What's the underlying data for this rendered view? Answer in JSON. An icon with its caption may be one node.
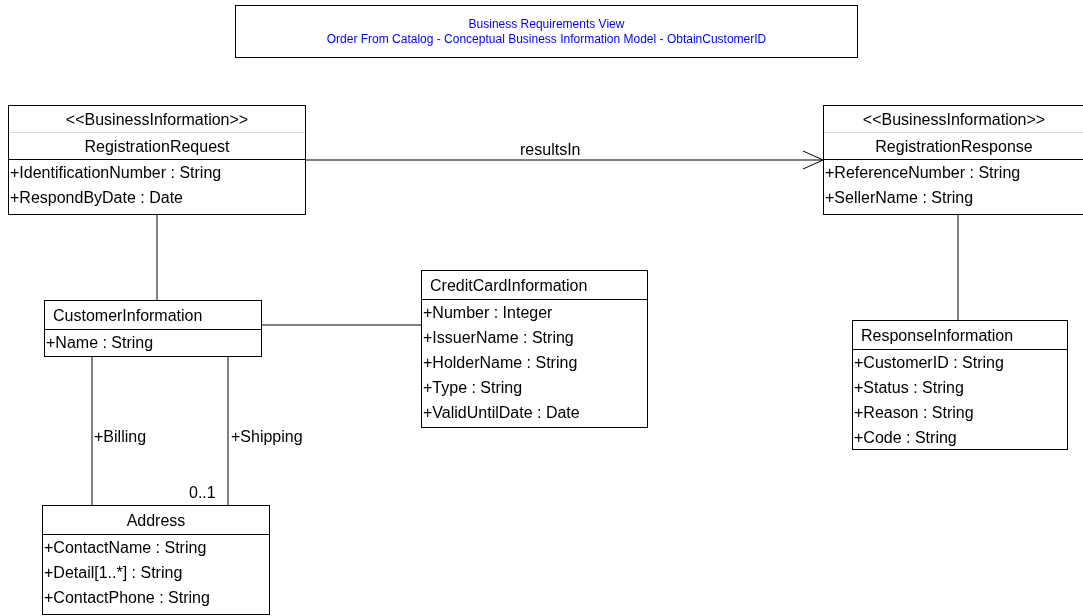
{
  "diagram": {
    "nodes": [
      {
        "text": [
          "Business Requirements View",
          "Order From Catalog - Conceptual Business Information Model - ObtainCustomerID"
        ]
      },
      {
        "text": [
          "<<BusinessInformation>>",
          "RegistrationRequest",
          "+IdentificationNumber : String",
          "+RespondByDate : Date"
        ]
      },
      {
        "text": [
          "<<BusinessInformation>>",
          "RegistrationResponse",
          "+ReferenceNumber : String",
          "+SellerName : String"
        ]
      },
      {
        "text": [
          "CustomerInformation",
          "+Name : String"
        ]
      },
      {
        "text": [
          "CreditCardInformation",
          "+Number : Integer",
          "+IssuerName : String",
          "+HolderName : String",
          "+Type : String",
          "+ValidUntilDate : Date"
        ]
      },
      {
        "text": [
          "ResponseInformation",
          "+CustomerID : String",
          "+Status : String",
          "+Reason : String",
          "+Code : String"
        ]
      },
      {
        "text": [
          "Address",
          "+ContactName : String",
          "+Detail[1..*] : String",
          "+ContactPhone : String"
        ]
      }
    ],
    "edges": [
      {
        "from": 1,
        "to": 2,
        "arrow": "to",
        "label": "resultsIn"
      },
      {
        "from": 1,
        "to": 3,
        "arrow": "none"
      },
      {
        "from": 3,
        "to": 4,
        "arrow": "none"
      },
      {
        "from": 2,
        "to": 5,
        "arrow": "none"
      },
      {
        "from": 3,
        "to": 6,
        "arrow": "none",
        "label": "+Billing"
      },
      {
        "from": 3,
        "to": 6,
        "arrow": "none",
        "label": "+Shipping"
      }
    ],
    "labels": [
      "0..1"
    ]
  }
}
